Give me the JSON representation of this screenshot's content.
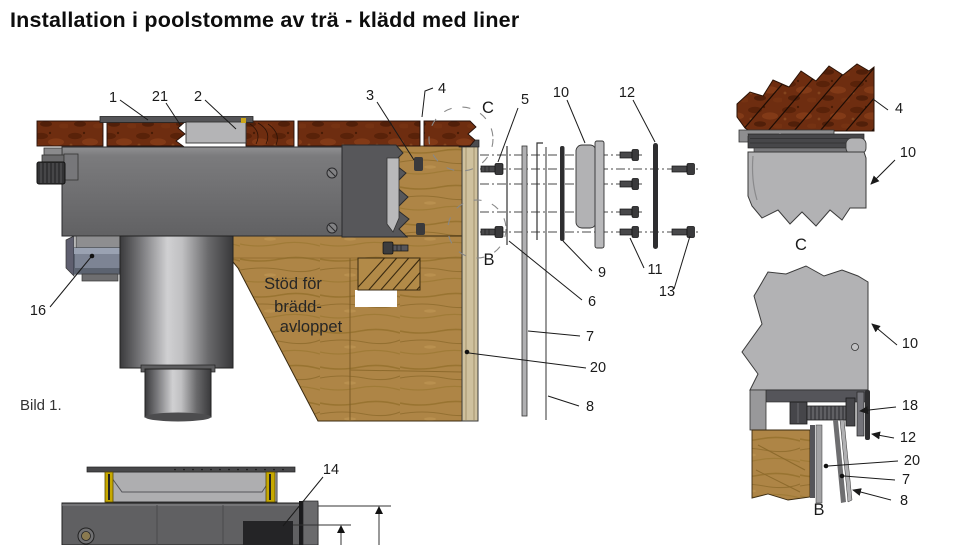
{
  "title": "Installation i poolstomme av trä - klädd med liner",
  "figure_label": "Bild 1.",
  "support_note": {
    "line1": "Stöd för",
    "line2": "brädd-",
    "line3": "avloppet"
  },
  "callouts": {
    "n1": "1",
    "n2": "2",
    "n3": "3",
    "n4": "4",
    "n5": "5",
    "n6": "6",
    "n7": "7",
    "n8": "8",
    "n9": "9",
    "n10": "10",
    "n11": "11",
    "n12": "12",
    "n13": "13",
    "n14": "14",
    "n16": "16",
    "n18": "18",
    "n20": "20",
    "n21": "21"
  },
  "section_labels": {
    "c": "C",
    "b": "B"
  },
  "colors": {
    "deck_wood": "#6e2d10",
    "support_wood": "#ae8546",
    "plywood": "#cfc19e",
    "body_gray": "#6e6e70",
    "body_dark": "#57575a",
    "frame_gray": "#b2b2b4",
    "gasket_dark": "#2e2e30",
    "seal_yellow": "#c7a900",
    "fitting_blue": "#7d8494",
    "lid_gray": "#b4b4b6"
  }
}
